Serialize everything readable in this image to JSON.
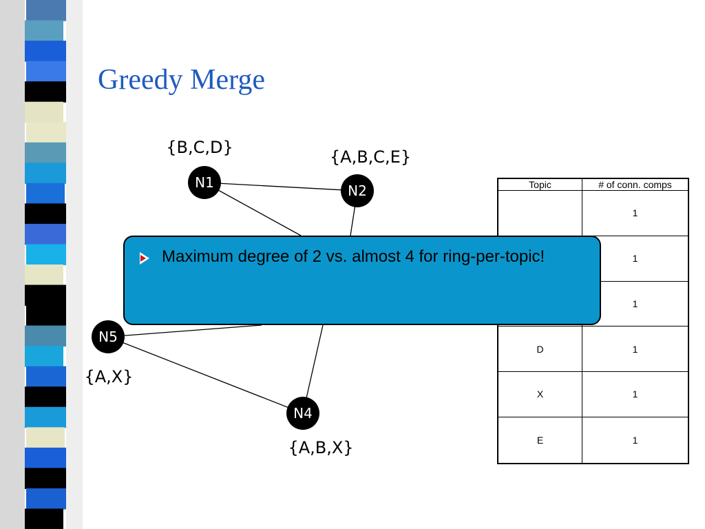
{
  "slide": {
    "title": "Greedy Merge"
  },
  "sidebar": {
    "stripes": [
      "#4a7ab0",
      "#5a9fc0",
      "#1a5fd8",
      "#3a7ae8",
      "#000000",
      "#e4e4c4",
      "#e8e8c8",
      "#5a9ab4",
      "#1a9ad8",
      "#1a6fd8",
      "#000000",
      "#3a6ad8",
      "#1ab0e8",
      "#e6e6c6",
      "#000000",
      "#000000",
      "#4a8aac",
      "#1aa6dc",
      "#1a66d4",
      "#000000",
      "#1a9ad8",
      "#e6e6c6",
      "#1a5fd8",
      "#000000",
      "#1a60d0",
      "#000000"
    ]
  },
  "graph": {
    "nodes": [
      {
        "id": "N1",
        "label": "N1",
        "set": "{B,C,D}"
      },
      {
        "id": "N2",
        "label": "N2",
        "set": "{A,B,C,E}"
      },
      {
        "id": "N4",
        "label": "N4",
        "set": "{A,B,X}"
      },
      {
        "id": "N5",
        "label": "N5",
        "set": "{A,X}"
      }
    ]
  },
  "table": {
    "headers": [
      "Topic",
      "# of conn. comps"
    ],
    "rows": [
      [
        "",
        "1"
      ],
      [
        "",
        "1"
      ],
      [
        "",
        "1"
      ],
      [
        "D",
        "1"
      ],
      [
        "X",
        "1"
      ],
      [
        "E",
        "1"
      ]
    ]
  },
  "callout": {
    "text": "Maximum degree of 2 vs. almost 4 for ring-per-topic!"
  }
}
